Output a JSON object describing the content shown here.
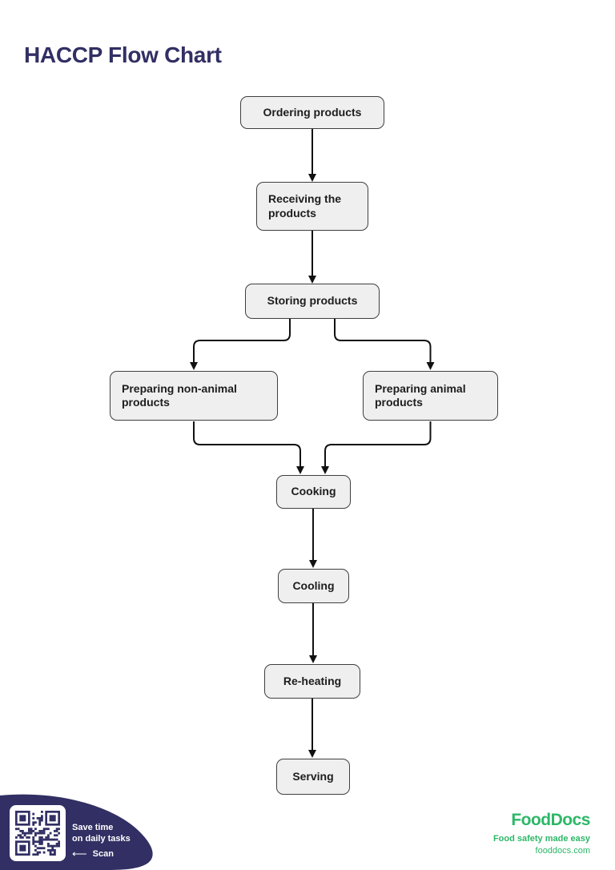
{
  "page": {
    "title": "HACCP Flow Chart"
  },
  "colors": {
    "navy": "#312f63",
    "green": "#2db768",
    "box_fill": "#efefef",
    "box_border": "#3f3f3f",
    "arrow": "#111111"
  },
  "flowchart": {
    "nodes": [
      {
        "id": "ordering",
        "label": "Ordering products"
      },
      {
        "id": "receiving",
        "label": "Receiving the products"
      },
      {
        "id": "storing",
        "label": "Storing products"
      },
      {
        "id": "prep-non-animal",
        "label": "Preparing non-animal products"
      },
      {
        "id": "prep-animal",
        "label": "Preparing animal products"
      },
      {
        "id": "cooking",
        "label": "Cooking"
      },
      {
        "id": "cooling",
        "label": "Cooling"
      },
      {
        "id": "reheating",
        "label": "Re-heating"
      },
      {
        "id": "serving",
        "label": "Serving"
      }
    ],
    "edges": [
      {
        "from": "ordering",
        "to": "receiving"
      },
      {
        "from": "receiving",
        "to": "storing"
      },
      {
        "from": "storing",
        "to": "prep-non-animal"
      },
      {
        "from": "storing",
        "to": "prep-animal"
      },
      {
        "from": "prep-non-animal",
        "to": "cooking"
      },
      {
        "from": "prep-animal",
        "to": "cooking"
      },
      {
        "from": "cooking",
        "to": "cooling"
      },
      {
        "from": "cooling",
        "to": "reheating"
      },
      {
        "from": "reheating",
        "to": "serving"
      }
    ]
  },
  "footer": {
    "promo": {
      "line1": "Save time",
      "line2": "on daily tasks",
      "scan_arrow": "⟵",
      "scan_label": "Scan"
    },
    "brand": {
      "logo": "FoodDocs",
      "tagline": "Food safety made easy",
      "website": "fooddocs.com"
    }
  }
}
